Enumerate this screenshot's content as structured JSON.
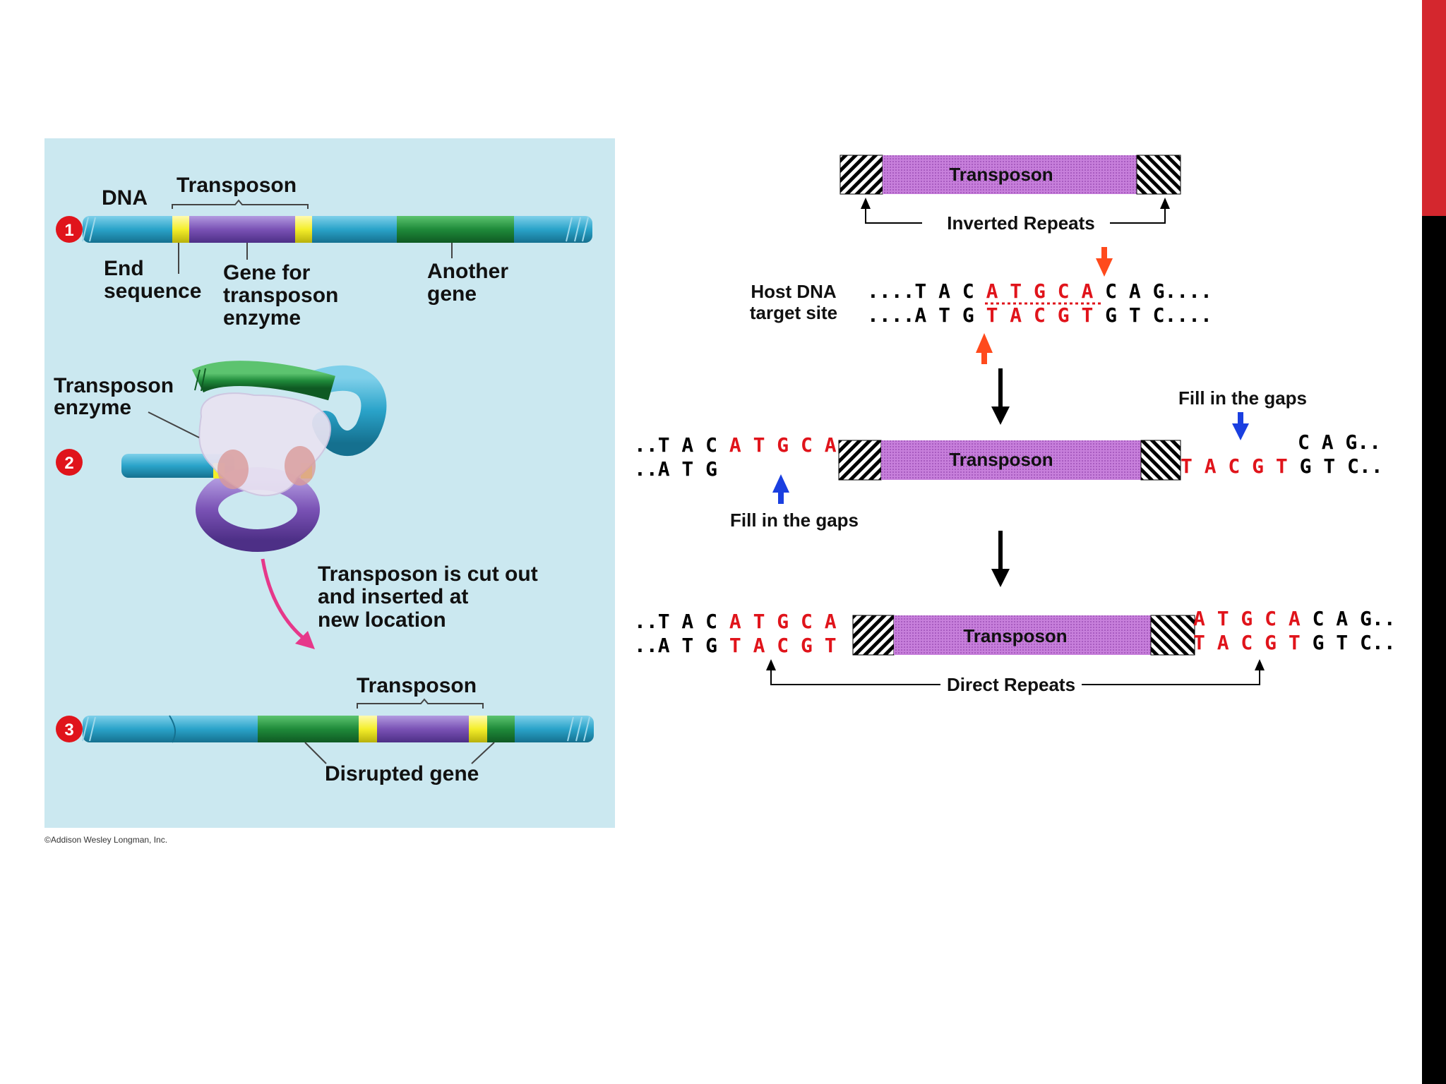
{
  "left_diagram": {
    "step_numbers": [
      "1",
      "2",
      "3"
    ],
    "step1": {
      "dna_label": "DNA",
      "transposon_label": "Transposon",
      "end_sequence_label": [
        "End",
        "sequence"
      ],
      "gene_label": [
        "Gene for",
        "transposon",
        "enzyme"
      ],
      "another_gene_label": [
        "Another",
        "gene"
      ]
    },
    "step2": {
      "enzyme_label": [
        "Transposon",
        "enzyme"
      ]
    },
    "arrow_caption": [
      "Transposon is cut out",
      "and inserted at",
      "new location"
    ],
    "step3": {
      "transposon_label": "Transposon",
      "disrupted_gene_label": "Disrupted gene"
    },
    "copyright": "©Addison Wesley Longman, Inc."
  },
  "right_diagram": {
    "transposon_label": "Transposon",
    "inverted_repeats_label": "Inverted Repeats",
    "host_dna_label": [
      "Host DNA",
      "target site"
    ],
    "host_seq": {
      "top": {
        "prefix": "....T A C ",
        "target": "A T G C A",
        "suffix": " C A G...."
      },
      "bottom": {
        "prefix": "....A T G ",
        "target": "T A C G T",
        "suffix": " G T C...."
      }
    },
    "fill_gaps_label": "Fill in the gaps",
    "cut_seq": {
      "left_top_black": "..T A C ",
      "left_top_red": "A T G C A",
      "left_bottom": "..A T G",
      "right_top": "C A G..",
      "right_bottom_red": "T A C G T",
      "right_bottom_black": " G T C.."
    },
    "final_seq": {
      "left_top_black": "..T A C ",
      "left_top_red": "A T G C A",
      "left_bottom_black": "..A T G ",
      "left_bottom_red": "T A C G T",
      "right_top_red": "A T G C A",
      "right_top_black": " C A G..",
      "right_bottom_red": "T A C G T",
      "right_bottom_black": " G T C.."
    },
    "direct_repeats_label": "Direct Repeats"
  },
  "colors": {
    "panel_bg": "#cbe8f0",
    "dna_blue": "#2aa3c9",
    "gene_green": "#1f8a3a",
    "transposon_purple": "#7a52b5",
    "end_yellow": "#f4ee2a",
    "badge_red": "#e0141b",
    "arrow_pink": "#e6388a",
    "seq_red": "#e0141b",
    "fill_blue": "#1a3fe0",
    "transposon_box": "#c77fdb",
    "slide_accent_red": "#d4272e"
  }
}
